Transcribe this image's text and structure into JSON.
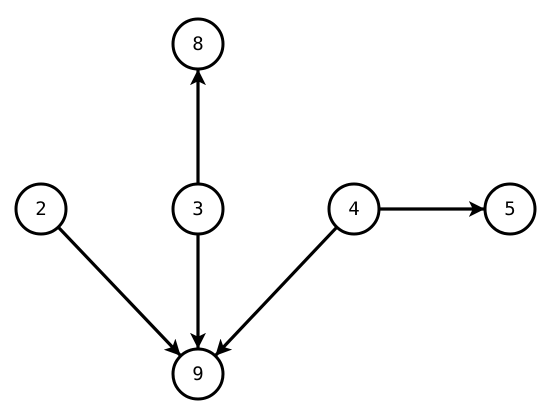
{
  "diagram": {
    "type": "directed-graph",
    "nodes": [
      {
        "id": "n8",
        "label": "8"
      },
      {
        "id": "n2",
        "label": "2"
      },
      {
        "id": "n3",
        "label": "3"
      },
      {
        "id": "n4",
        "label": "4"
      },
      {
        "id": "n5",
        "label": "5"
      },
      {
        "id": "n9",
        "label": "9"
      }
    ],
    "edges": [
      {
        "from": "n3",
        "to": "n8"
      },
      {
        "from": "n3",
        "to": "n9"
      },
      {
        "from": "n2",
        "to": "n9"
      },
      {
        "from": "n4",
        "to": "n9"
      },
      {
        "from": "n4",
        "to": "n5"
      }
    ],
    "colors": {
      "stroke": "#000000",
      "node_fill": "#ffffff",
      "background": "#ffffff"
    }
  }
}
